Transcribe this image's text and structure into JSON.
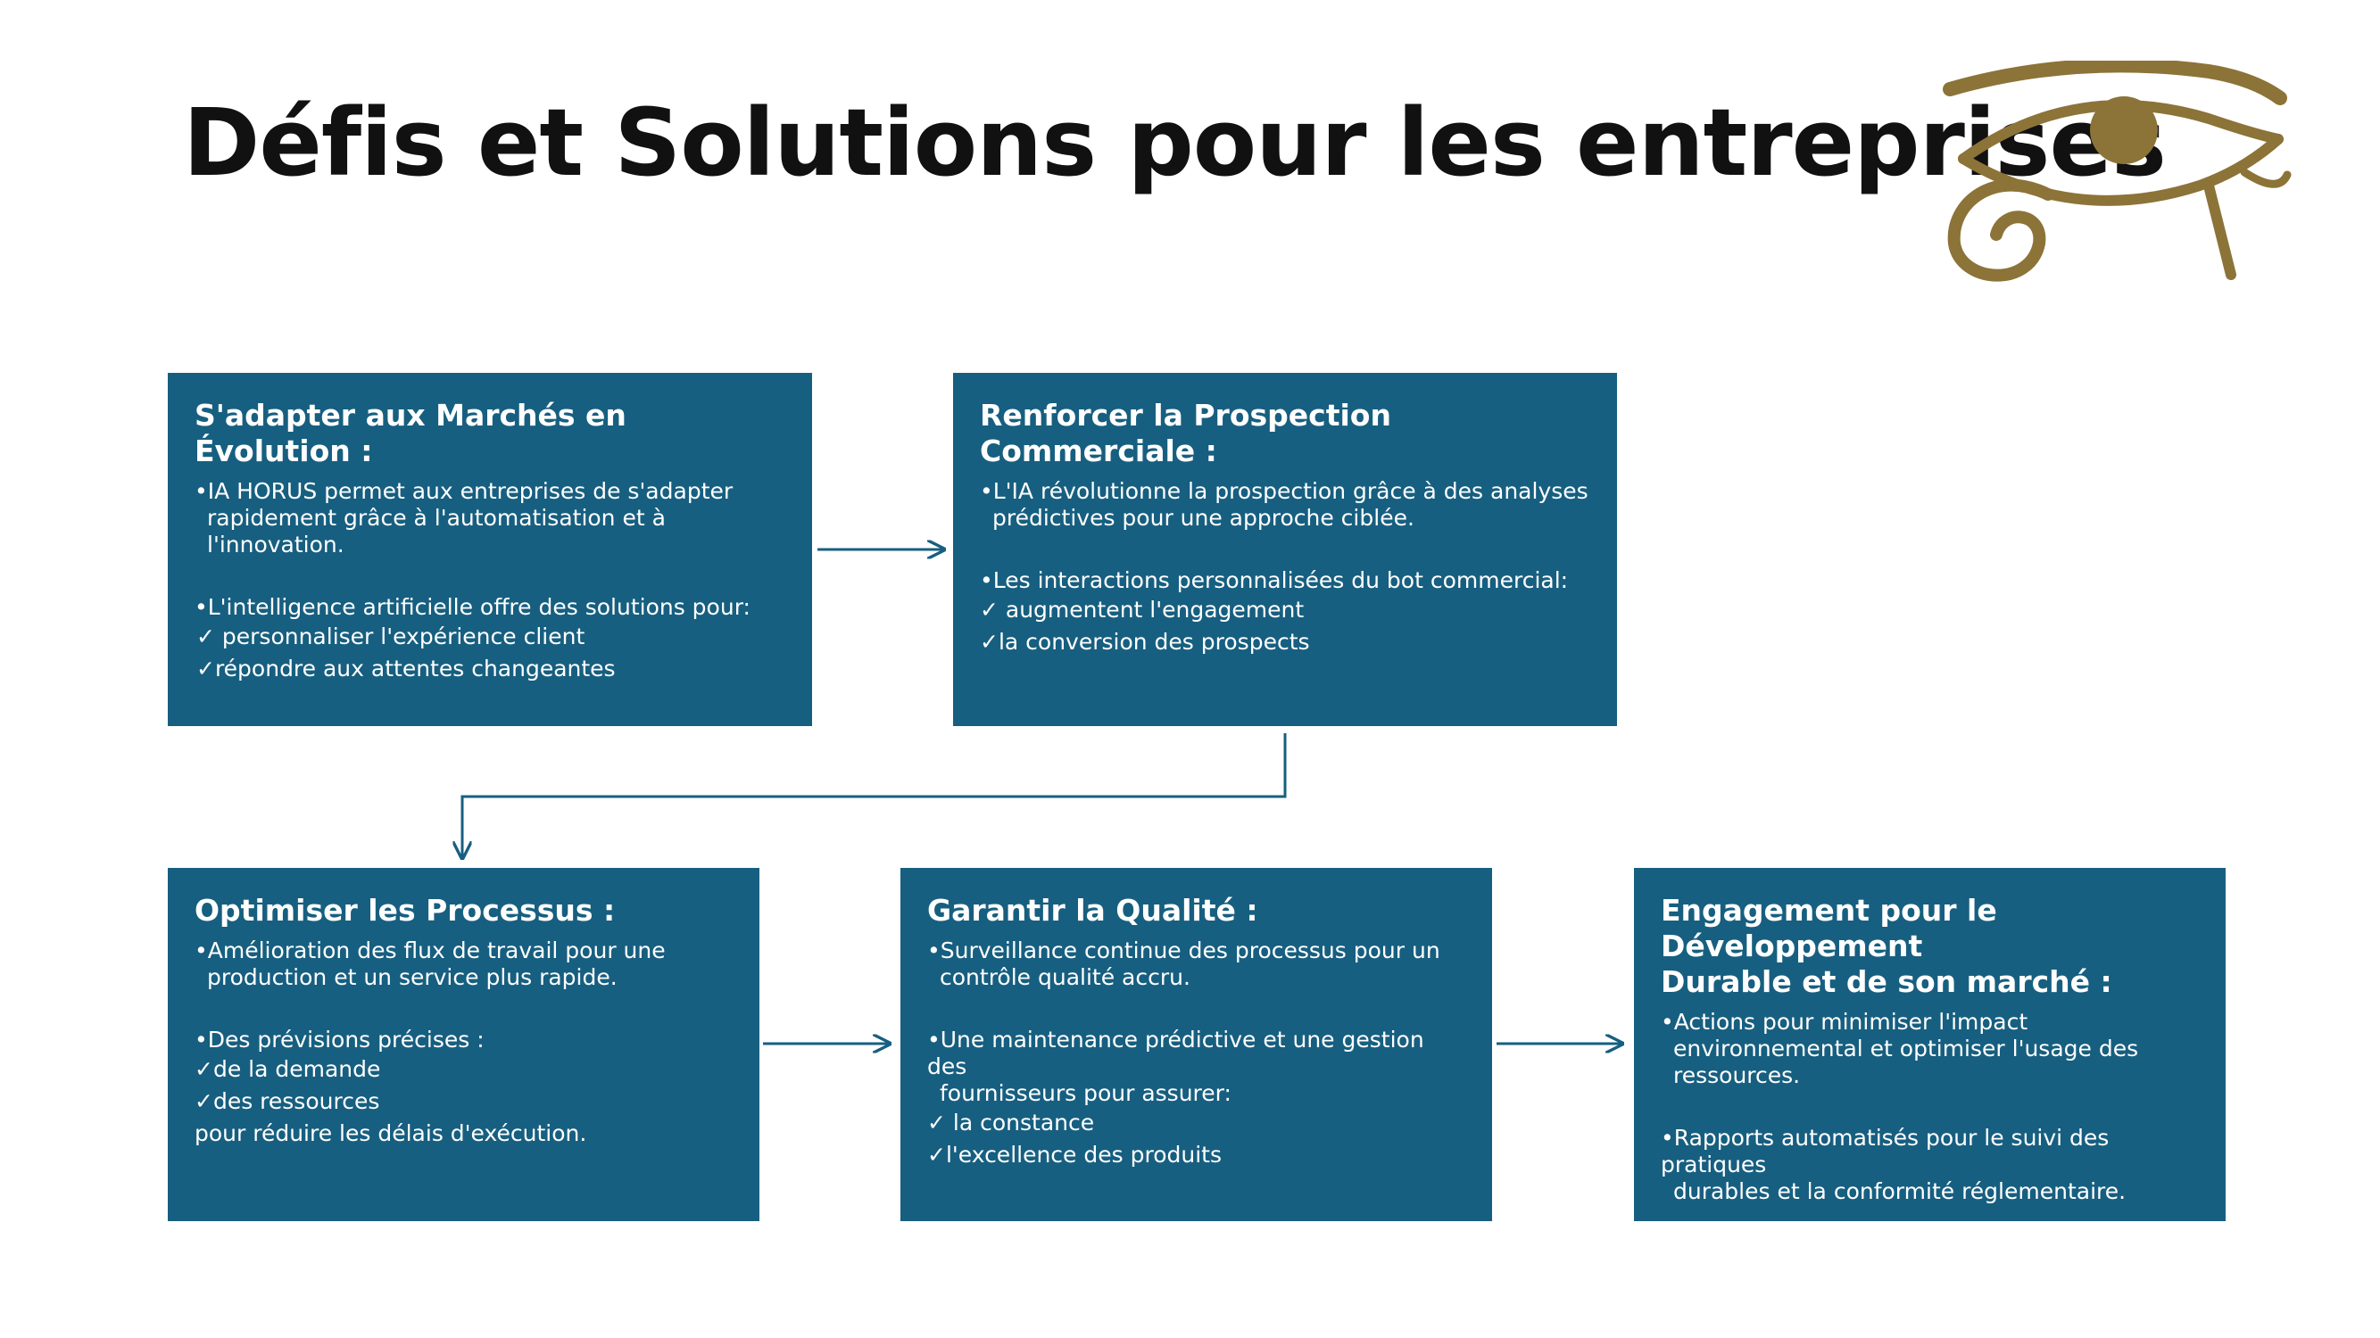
{
  "title": "Défis et Solutions pour les entreprises",
  "logo_icon": "eye-of-horus-icon",
  "colors": {
    "box": "#175f80",
    "arrow": "#175f80",
    "logo": "#8c7338",
    "title": "#111111"
  },
  "boxes": [
    {
      "heading": "S'adapter aux Marchés en Évolution :",
      "b1_l1": "•IA HORUS permet aux entreprises de s'adapter",
      "b1_l2": "rapidement grâce à l'automatisation et à l'innovation.",
      "b2_l1": "•L'intelligence artificielle offre des solutions pour:",
      "checks": [
        "✓  personnaliser l'expérience client",
        "✓répondre aux attentes changeantes"
      ]
    },
    {
      "heading": "Renforcer la Prospection Commerciale :",
      "b1_l1": "•L'IA révolutionne la prospection grâce à des analyses",
      "b1_l2": "prédictives pour une approche ciblée.",
      "b2_l1": "•Les interactions personnalisées du bot commercial:",
      "checks": [
        "✓ augmentent l'engagement",
        "✓la conversion des prospects"
      ]
    },
    {
      "heading": "Optimiser les Processus :",
      "b1_l1": "•Amélioration des flux de travail pour une",
      "b1_l2": "production et un service plus rapide.",
      "b2_l1": "•Des prévisions précises :",
      "checks": [
        "✓de la demande",
        "✓des ressources"
      ],
      "footer": "pour réduire les délais d'exécution."
    },
    {
      "heading": "Garantir la Qualité :",
      "b1_l1": "•Surveillance continue des processus pour un",
      "b1_l2": "contrôle qualité accru.",
      "b2_l1": "•Une maintenance prédictive et une gestion des",
      "b2_l2": "fournisseurs pour assurer:",
      "checks": [
        "✓ la constance",
        "✓l'excellence des produits"
      ]
    },
    {
      "heading_l1": "Engagement pour le Développement",
      "heading_l2": "Durable et de son marché :",
      "b1_l1": "•Actions pour minimiser l'impact",
      "b1_l2": "environnemental et optimiser l'usage des",
      "b1_l3": "ressources.",
      "b2_l1": "•Rapports automatisés pour le suivi des pratiques",
      "b2_l2": "durables et la conformité réglementaire."
    }
  ]
}
